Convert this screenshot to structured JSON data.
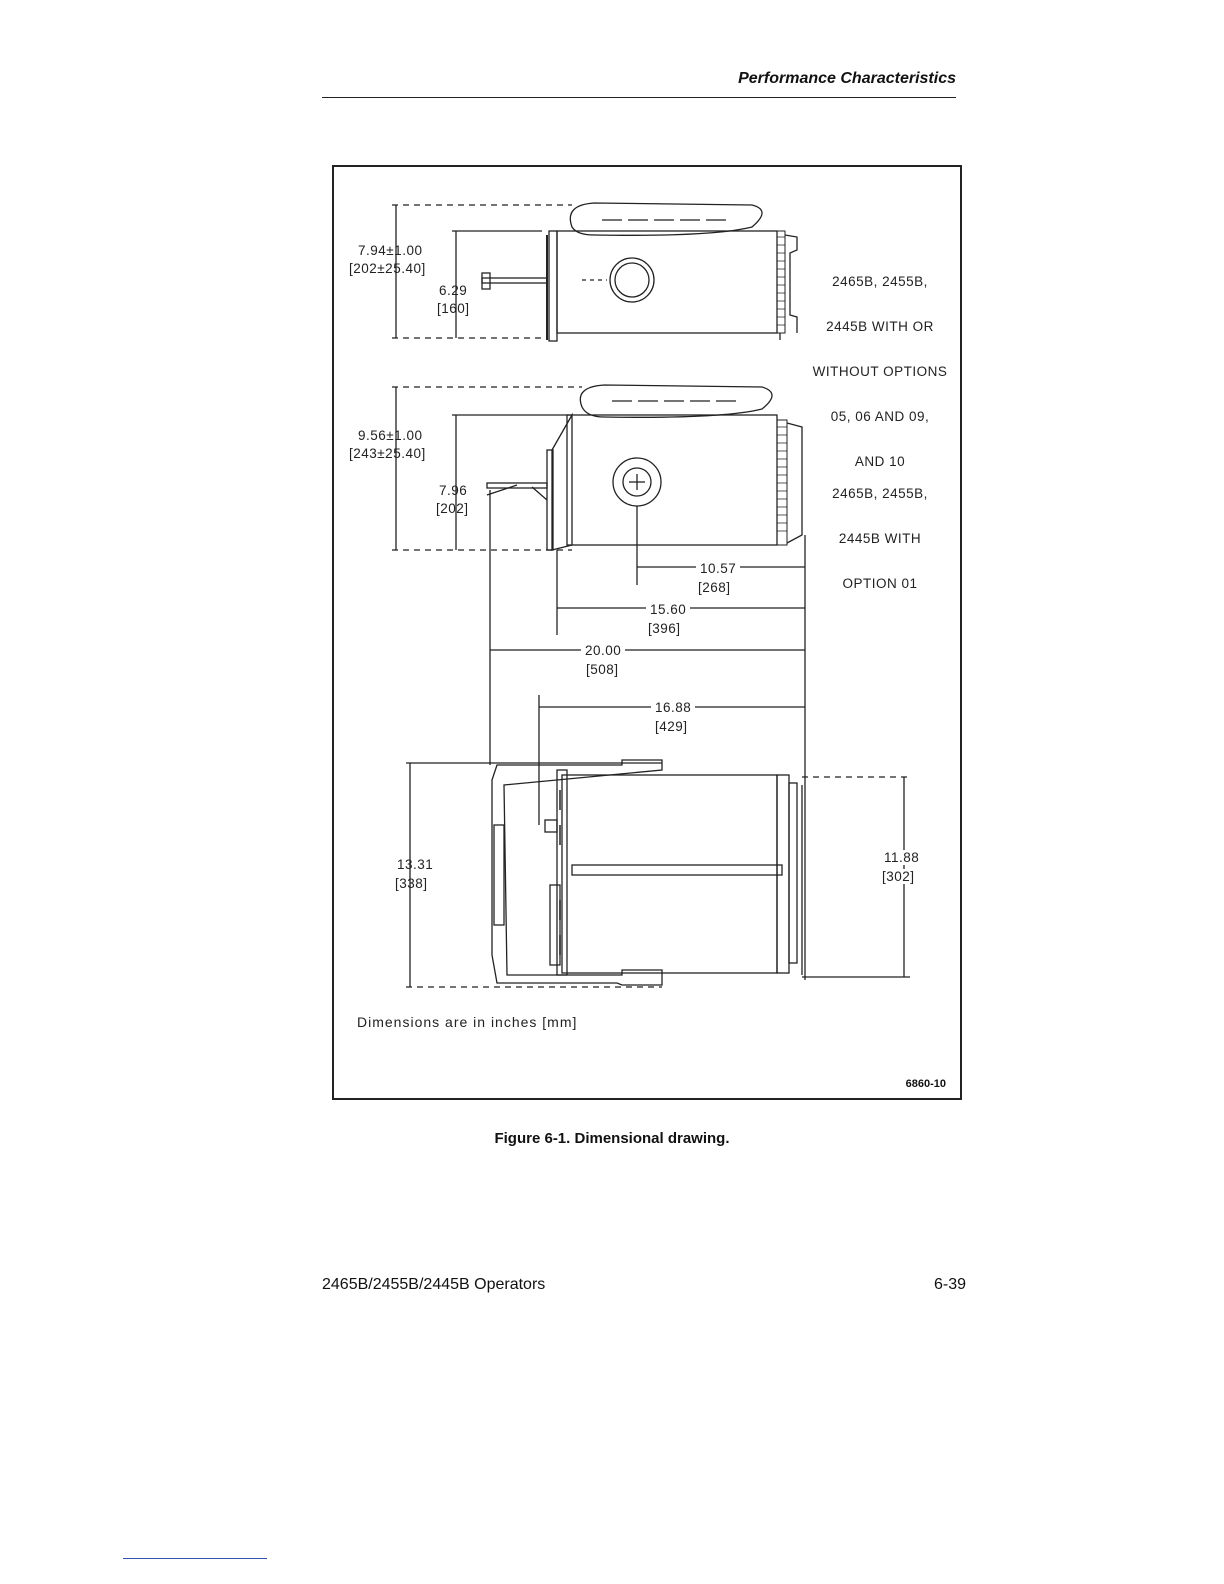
{
  "header": {
    "title": "Performance Characteristics"
  },
  "figure": {
    "id": "6860-10",
    "caption": "Figure 6-1. Dimensional drawing.",
    "note": "Dimensions are in inches [mm]",
    "views": [
      {
        "models": [
          "2465B, 2455B,",
          "2445B WITH OR",
          "WITHOUT OPTIONS",
          "05, 06 AND 09,",
          "AND 10"
        ],
        "height_outer": "7.94±1.00",
        "height_outer_mm": "[202±25.40]",
        "height_inner": "6.29",
        "height_inner_mm": "[160]"
      },
      {
        "models": [
          "2465B, 2455B,",
          "2445B WITH",
          "OPTION 01"
        ],
        "height_outer": "9.56±1.00",
        "height_outer_mm": "[243±25.40]",
        "height_inner": "7.96",
        "height_inner_mm": "[202]"
      }
    ],
    "lengths": [
      {
        "in": "10.57",
        "mm": "[268]"
      },
      {
        "in": "15.60",
        "mm": "[396]"
      },
      {
        "in": "20.00",
        "mm": "[508]"
      },
      {
        "in": "16.88",
        "mm": "[429]"
      }
    ],
    "top_view": {
      "width_outer": "13.31",
      "width_outer_mm": "[338]",
      "width_inner": "11.88",
      "width_inner_mm": "[302]"
    }
  },
  "footer": {
    "manual": "2465B/2455B/2445B Operators",
    "page": "6-39"
  }
}
